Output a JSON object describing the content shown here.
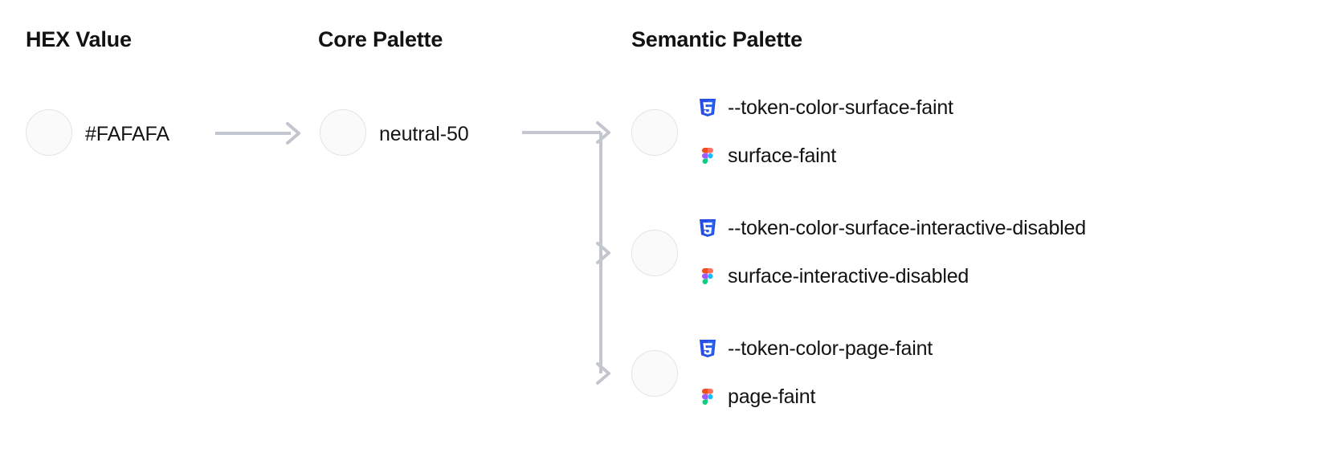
{
  "columns": {
    "hex": "HEX Value",
    "core": "Core Palette",
    "semantic": "Semantic Palette"
  },
  "hex_value": {
    "label": "#FAFAFA",
    "swatch_color": "#FAFAFA"
  },
  "core_value": {
    "label": "neutral-50",
    "swatch_color": "#FAFAFA"
  },
  "semantic_tokens": [
    {
      "swatch_color": "#FAFAFA",
      "css_token": "--token-color-surface-faint",
      "figma_token": "surface-faint"
    },
    {
      "swatch_color": "#FAFAFA",
      "css_token": "--token-color-surface-interactive-disabled",
      "figma_token": "surface-interactive-disabled"
    },
    {
      "swatch_color": "#FAFAFA",
      "css_token": "--token-color-page-faint",
      "figma_token": "page-faint"
    }
  ],
  "icons": {
    "css3": "css3-icon",
    "figma": "figma-icon",
    "arrow": "arrow-right-icon"
  },
  "colors": {
    "swatch_fill": "#FAFAFA",
    "swatch_border": "#E4E4E7",
    "connector": "#C3C6CE",
    "text": "#111214",
    "css3_blue": "#2965F1",
    "css3_blue_dark": "#264DE4",
    "figma_orange": "#F24E1E",
    "figma_red": "#FF7262",
    "figma_purple": "#A259FF",
    "figma_blue": "#1ABCFE",
    "figma_green": "#0ACF83"
  }
}
